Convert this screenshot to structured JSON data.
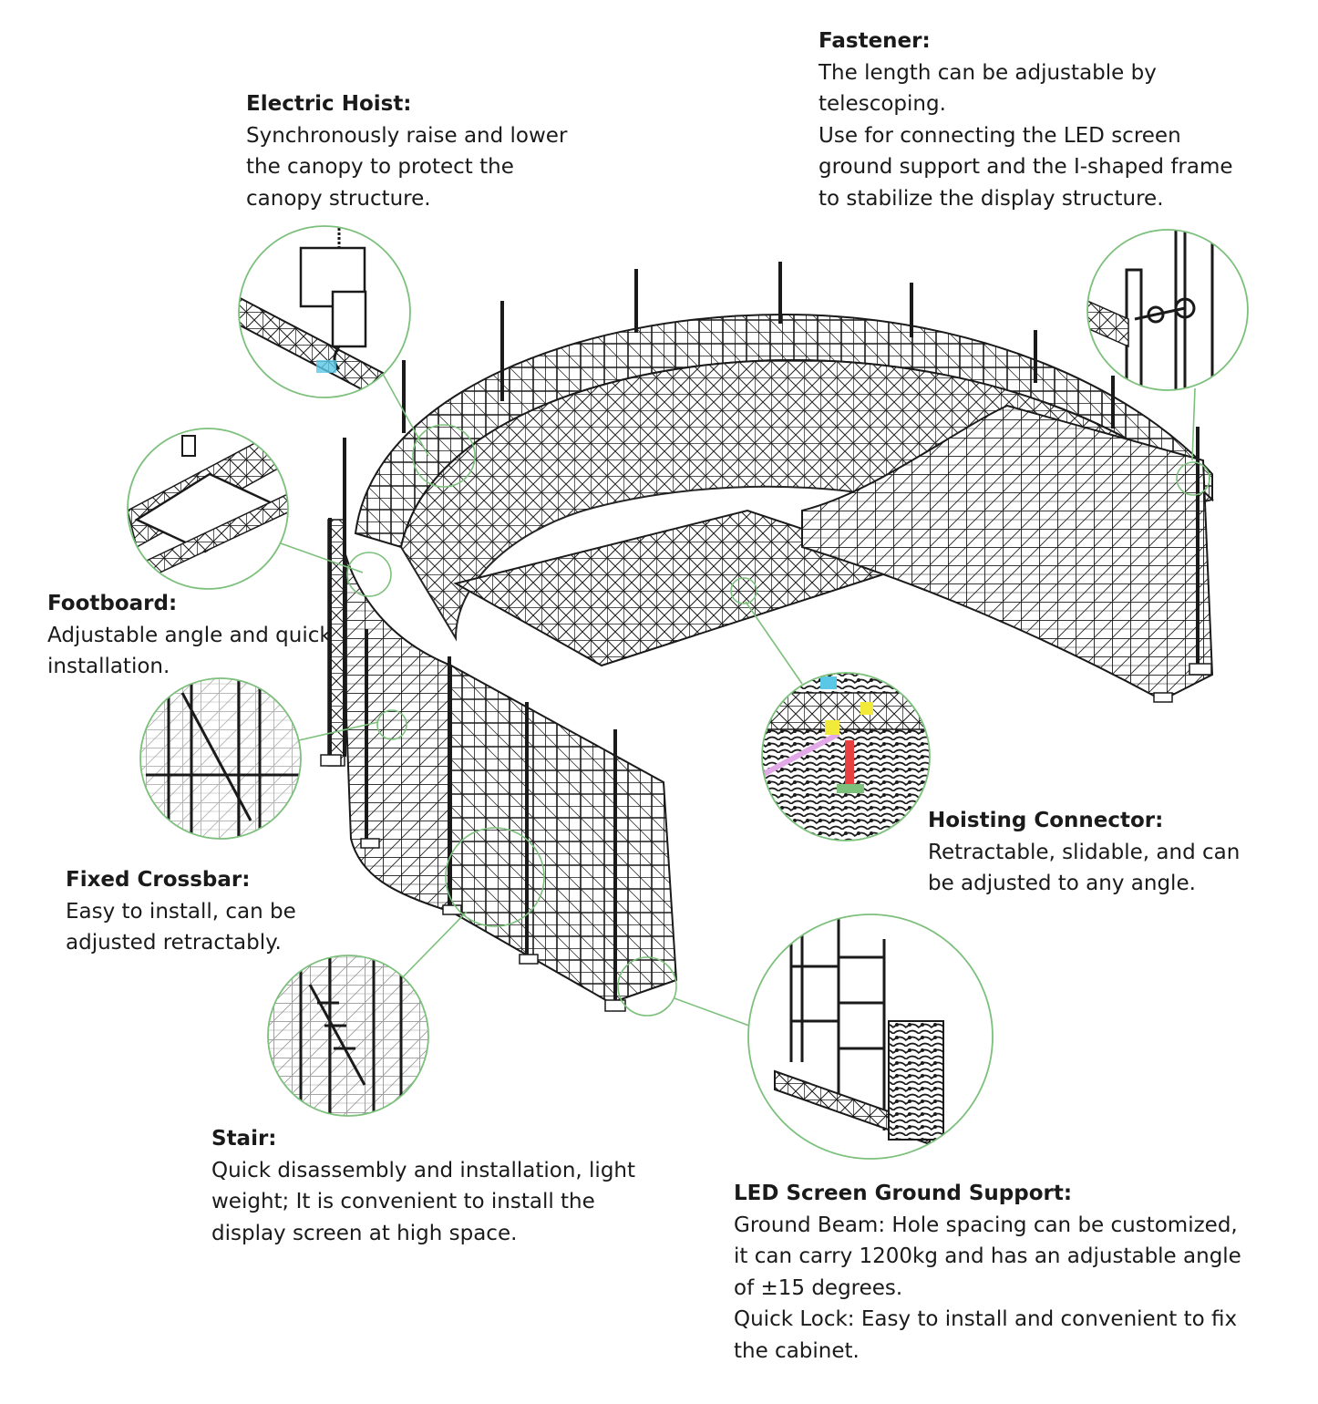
{
  "colors": {
    "ink": "#1a1a1a",
    "leader": "#7cc07c",
    "accent_cyan": "#59c8e6",
    "accent_yellow": "#f2ea3a",
    "accent_red": "#e84040",
    "accent_pink": "#e3a8e8"
  },
  "callouts": {
    "fastener": {
      "title": "Fastener:",
      "desc": "The length can be adjustable by\ntelescoping.\nUse for connecting the LED screen\nground support and the I-shaped frame\nto stabilize the display structure."
    },
    "electric_hoist": {
      "title": "Electric Hoist:",
      "desc": "Synchronously raise and lower\nthe canopy to protect the\ncanopy structure."
    },
    "footboard": {
      "title": "Footboard:",
      "desc": "Adjustable angle and quick\ninstallation."
    },
    "fixed_crossbar": {
      "title": "Fixed Crossbar:",
      "desc": "Easy to install, can be\nadjusted retractably."
    },
    "hoisting_connector": {
      "title": "Hoisting Connector:",
      "desc": "Retractable, slidable, and can\nbe adjusted to any angle."
    },
    "stair": {
      "title": "Stair:",
      "desc": "Quick disassembly and installation, light\nweight; It is convenient to install the\ndisplay screen at high space."
    },
    "ground_support": {
      "title": "LED Screen Ground Support:",
      "desc": "Ground Beam: Hole spacing can be customized,\nit can carry 1200kg and has an adjustable angle\nof ±15 degrees.\nQuick Lock: Easy to install and convenient to fix\nthe cabinet."
    }
  }
}
